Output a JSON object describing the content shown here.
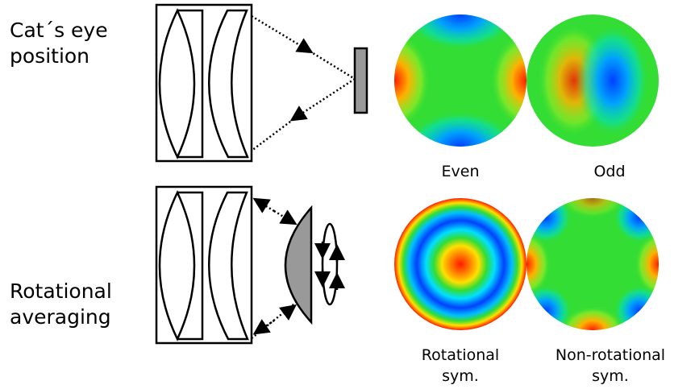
{
  "rows": [
    {
      "title_line1": "Cat´s eye",
      "title_line2": "position"
    },
    {
      "title_line1": "Rotational",
      "title_line2": "averaging"
    }
  ],
  "maps": [
    {
      "label_line1": "Even",
      "label_line2": ""
    },
    {
      "label_line1": "Odd",
      "label_line2": ""
    },
    {
      "label_line1": "Rotational",
      "label_line2": "sym."
    },
    {
      "label_line1": "Non-rotational",
      "label_line2": "sym."
    }
  ],
  "colors": {
    "red": "#ff1a00",
    "yellow": "#ffe000",
    "green": "#33dd33",
    "cyan": "#00e0ff",
    "blue": "#0040ff",
    "gray": "#999999"
  }
}
